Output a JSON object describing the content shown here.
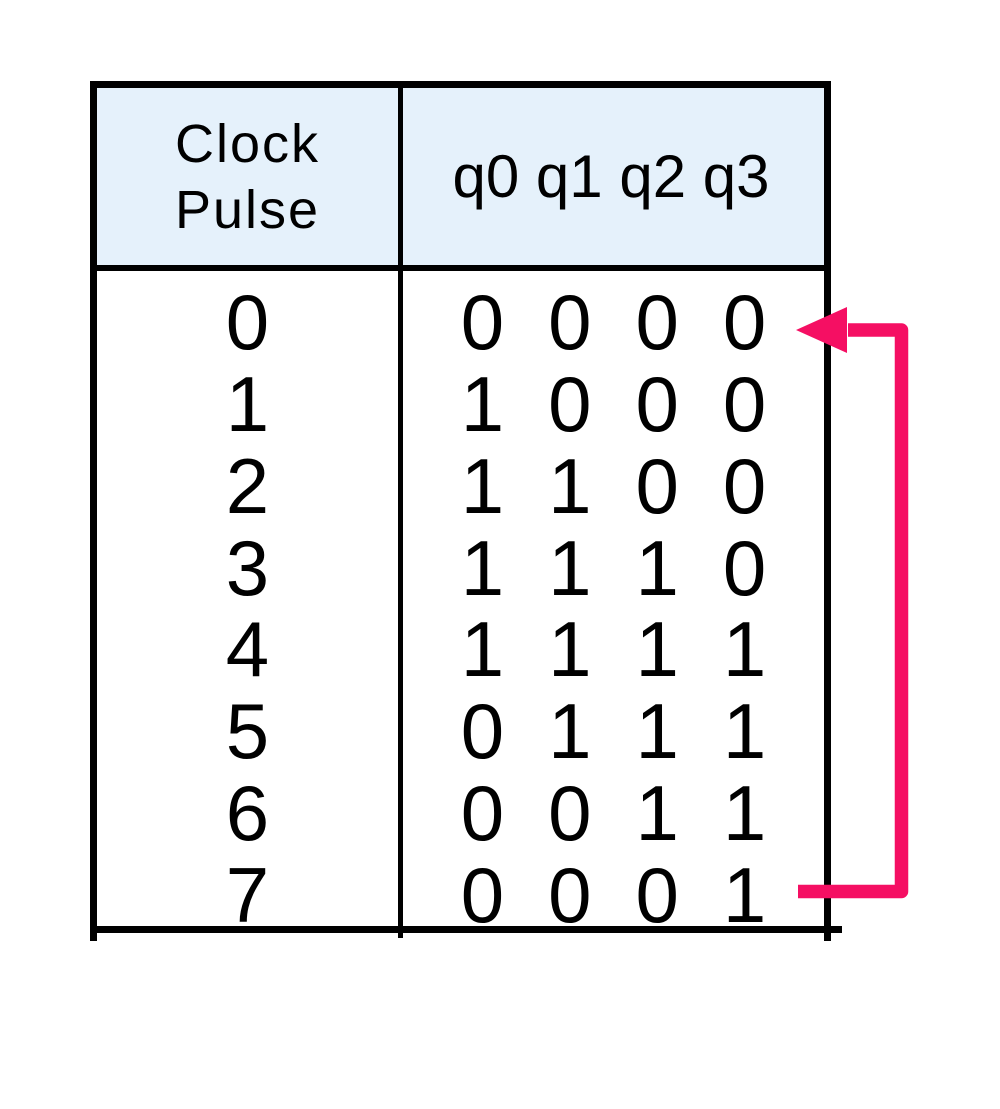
{
  "table": {
    "header": {
      "clock_label_line1": "Clock",
      "clock_label_line2": "Pulse",
      "q_labels": "q0 q1 q2 q3"
    },
    "rows": [
      {
        "pulse": "0",
        "q": [
          "0",
          "0",
          "0",
          "0"
        ]
      },
      {
        "pulse": "1",
        "q": [
          "1",
          "0",
          "0",
          "0"
        ]
      },
      {
        "pulse": "2",
        "q": [
          "1",
          "1",
          "0",
          "0"
        ]
      },
      {
        "pulse": "3",
        "q": [
          "1",
          "1",
          "1",
          "0"
        ]
      },
      {
        "pulse": "4",
        "q": [
          "1",
          "1",
          "1",
          "1"
        ]
      },
      {
        "pulse": "5",
        "q": [
          "0",
          "1",
          "1",
          "1"
        ]
      },
      {
        "pulse": "6",
        "q": [
          "0",
          "0",
          "1",
          "1"
        ]
      },
      {
        "pulse": "7",
        "q": [
          "0",
          "0",
          "0",
          "1"
        ]
      }
    ]
  },
  "colors": {
    "background": "#FFFFFF",
    "header_bg": "#E5F1FB",
    "border": "#000000",
    "arrow": "#F50F63"
  }
}
